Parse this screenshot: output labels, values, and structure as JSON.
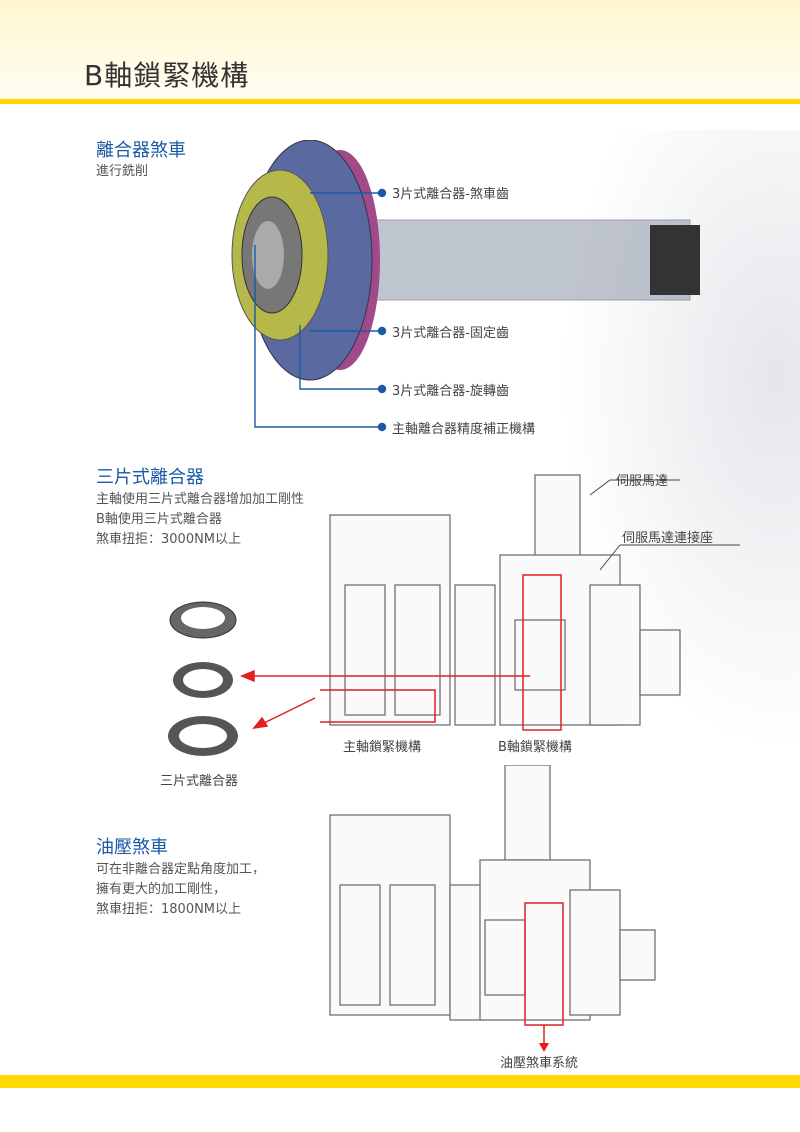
{
  "page_title": "B軸鎖緊機構",
  "section1": {
    "heading": "離合器煞車",
    "text": "進行銑削",
    "callouts": [
      "3片式離合器-煞車齒",
      "3片式離合器-固定齒",
      "3片式離合器-旋轉齒",
      "主軸離合器精度補正機構"
    ]
  },
  "section2": {
    "heading": "三片式離合器",
    "lines": [
      "主軸使用三片式離合器增加加工剛性",
      "B軸使用三片式離合器",
      "煞車扭拒：3000NM以上"
    ],
    "labels": {
      "servo_motor": "伺服馬達",
      "servo_mount": "伺服馬達連接座",
      "spindle_lock": "主軸鎖緊機構",
      "b_axis_lock": "B軸鎖緊機構",
      "clutch_caption": "三片式離合器"
    }
  },
  "section3": {
    "heading": "油壓煞車",
    "lines": [
      "可在非離合器定點角度加工，",
      "擁有更大的加工剛性，",
      "煞車扭拒：1800NM以上"
    ],
    "label": "油壓煞車系統"
  },
  "colors": {
    "accent_yellow": "#ffd800",
    "heading_blue": "#1a5aa6",
    "highlight_red": "#e02020"
  }
}
